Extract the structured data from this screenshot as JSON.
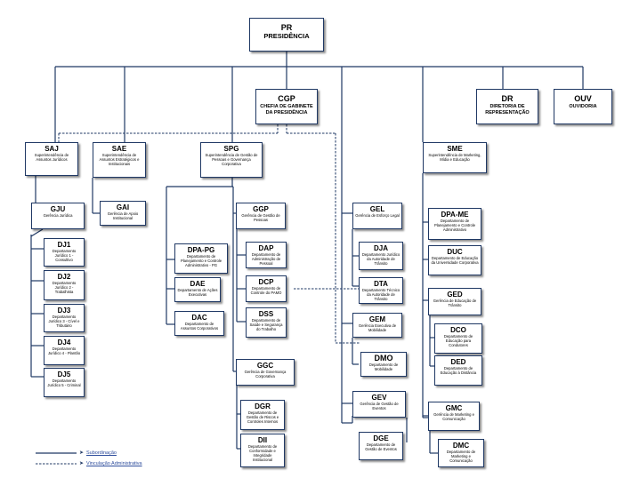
{
  "org": {
    "pr": {
      "code": "PR",
      "name": "PRESIDÊNCIA"
    },
    "cgp": {
      "code": "CGP",
      "name": "CHEFIA DE GABINETE DA PRESIDÊNCIA"
    },
    "dr": {
      "code": "DR",
      "name": "DIRETORIA DE REPRESENTAÇÃO"
    },
    "ouv": {
      "code": "OUV",
      "name": "OUVIDORIA"
    },
    "saj": {
      "code": "SAJ",
      "name": "Superintendência de Assuntos Jurídicos"
    },
    "sae": {
      "code": "SAE",
      "name": "Superintendência de Assuntos Estratégicos e Institucionais"
    },
    "spg": {
      "code": "SPG",
      "name": "Superintendência de Gestão de Pessoas e Governança Corporativa"
    },
    "sme": {
      "code": "SME",
      "name": "Superintendência de Marketing, Mídia e Educação"
    },
    "gju": {
      "code": "GJU",
      "name": "Gerência Jurídica"
    },
    "dj1": {
      "code": "DJ1",
      "name": "Departamento Jurídico 1 - Consultivo"
    },
    "dj2": {
      "code": "DJ2",
      "name": "Departamento Jurídico 2 - Trabalhista"
    },
    "dj3": {
      "code": "DJ3",
      "name": "Departamento Jurídico 3 - Cível e Tributário"
    },
    "dj4": {
      "code": "DJ4",
      "name": "Departamento Jurídico 4 - Plantão"
    },
    "dj5": {
      "code": "DJ5",
      "name": "Departamento Jurídico 5 - Criminal"
    },
    "gai": {
      "code": "GAI",
      "name": "Gerência de Apoio Institucional"
    },
    "dpapg": {
      "code": "DPA-PG",
      "name": "Departamento de Planejamento e Controle Administrativo - PG"
    },
    "dae": {
      "code": "DAE",
      "name": "Departamento de Ações Executivas"
    },
    "dac": {
      "code": "DAC",
      "name": "Departamento de Assuntos Corporativos"
    },
    "ggp": {
      "code": "GGP",
      "name": "Gerência de Gestão de Pessoas"
    },
    "dap": {
      "code": "DAP",
      "name": "Departamento de Administração de Pessoal"
    },
    "dcp": {
      "code": "DCP",
      "name": "Departamento de Controle do PAMO"
    },
    "dss": {
      "code": "DSS",
      "name": "Departamento de Saúde e Segurança do Trabalho"
    },
    "ggc": {
      "code": "GGC",
      "name": "Gerência de Governança Corporativa"
    },
    "dgr": {
      "code": "DGR",
      "name": "Departamento de Gestão de Riscos e Controles Internos"
    },
    "dii": {
      "code": "DII",
      "name": "Departamento de Conformidade e Integridade Institucional"
    },
    "gel": {
      "code": "GEL",
      "name": "Gerência de Esforço Legal"
    },
    "dja": {
      "code": "DJA",
      "name": "Departamento Jurídico da Autoridade de Trânsito"
    },
    "dta": {
      "code": "DTA",
      "name": "Departamento Técnico da Autoridade de Trânsito"
    },
    "gem": {
      "code": "GEM",
      "name": "Gerência Executiva de Mobilidade"
    },
    "dmo": {
      "code": "DMO",
      "name": "Departamento de Mobilidade"
    },
    "gev": {
      "code": "GEV",
      "name": "Gerência de Gestão de Eventos"
    },
    "dge": {
      "code": "DGE",
      "name": "Departamento de Gestão de Eventos"
    },
    "dpame": {
      "code": "DPA-ME",
      "name": "Departamento de Planejamento e Controle Administrativo"
    },
    "duc": {
      "code": "DUC",
      "name": "Departamento de Educação da Universidade Corporativa"
    },
    "ged": {
      "code": "GED",
      "name": "Gerência de Educação de Trânsito"
    },
    "dco": {
      "code": "DCO",
      "name": "Departamento de Educação para Condutores"
    },
    "ded": {
      "code": "DED",
      "name": "Departamento de Educação à Distância"
    },
    "gmc": {
      "code": "GMC",
      "name": "Gerência de Marketing e Comunicação"
    },
    "dmc": {
      "code": "DMC",
      "name": "Departamento de Marketing e Comunicação"
    }
  },
  "legend": {
    "solid": "Subordinação",
    "dashed": "Vinculação Administrativa"
  },
  "colors": {
    "line": "#1f3864",
    "legend_text": "#2e4d9c"
  }
}
